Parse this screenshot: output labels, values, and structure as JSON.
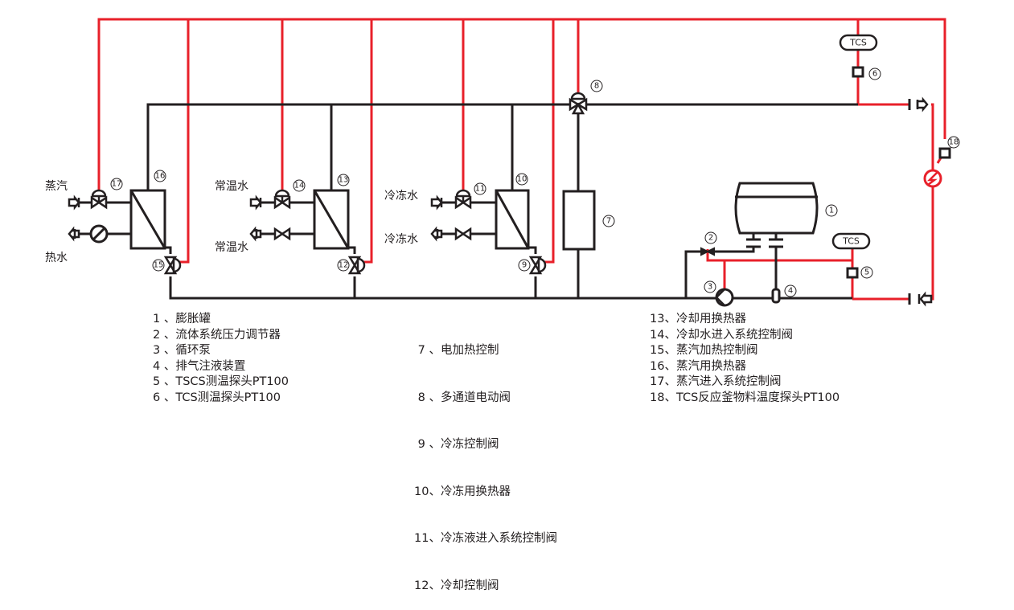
{
  "diagram": {
    "colors": {
      "signal_line": "#e8202a",
      "pipe": "#231f20"
    },
    "labels": {
      "steam": "蒸汽",
      "hot_water": "热水",
      "normal_water_in": "常温水",
      "normal_water_out": "常温水",
      "chilled_water_in": "冷冻水",
      "chilled_water_out": "冷冻水",
      "tcs_top": "TCS",
      "tcs_bottom": "TCS"
    },
    "callouts": {
      "n1": "1",
      "n2": "2",
      "n3": "3",
      "n4": "4",
      "n5": "5",
      "n6": "6",
      "n7": "7",
      "n8": "8",
      "n9": "9",
      "n10": "10",
      "n11": "11",
      "n12": "12",
      "n13": "13",
      "n14": "14",
      "n15": "15",
      "n16": "16",
      "n17": "17",
      "n18": "18"
    }
  },
  "legend": {
    "col1": [
      "1 、膨胀罐",
      "2 、流体系统压力调节器",
      "3 、循环泵",
      "4 、排气注液装置",
      "5 、TSCS测温探头PT100",
      "6 、TCS测温探头PT100"
    ],
    "col2": [
      " 7 、电加热控制",
      " 8 、多通道电动阀",
      " 9 、冷冻控制阀",
      "10、冷冻用换热器",
      "11、冷冻液进入系统控制阀",
      "12、冷却控制阀"
    ],
    "col3": [
      "13、冷却用换热器",
      "14、冷却水进入系统控制阀",
      "15、蒸汽加热控制阀",
      "16、蒸汽用换热器",
      "17、蒸汽进入系统控制阀",
      "18、TCS反应釜物料温度探头PT100"
    ]
  }
}
